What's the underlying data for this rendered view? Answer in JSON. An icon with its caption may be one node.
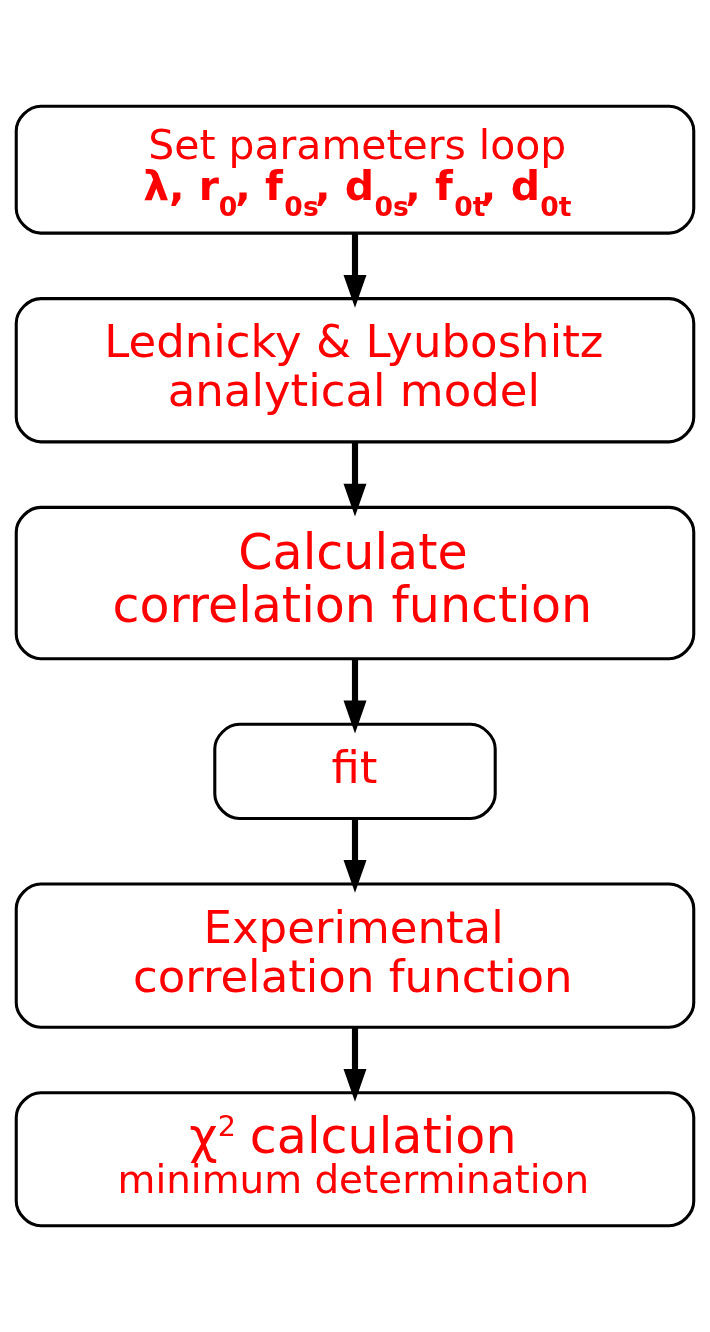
{
  "diagram": {
    "nodes": [
      {
        "text": [
          "Set parameters loop",
          "λ, r$_{0}$, f$_{0s}$, d$_{0s}$, f$_{0t}$, d$_{0t}$"
        ]
      },
      {
        "text": [
          "Lednicky & Lyuboshitz analytical model"
        ]
      },
      {
        "text": [
          "Calculate correlation function"
        ]
      },
      {
        "text": [
          "fit"
        ]
      },
      {
        "text": [
          "Experimental correlation function"
        ]
      },
      {
        "text": [
          "χ$^{2}$ calculation",
          "minimum determination"
        ]
      }
    ],
    "edges": [
      {
        "from": 0,
        "to": 1,
        "arrow": "to"
      },
      {
        "from": 1,
        "to": 2,
        "arrow": "to"
      },
      {
        "from": 2,
        "to": 3,
        "arrow": "to"
      },
      {
        "from": 3,
        "to": 4,
        "arrow": "to"
      },
      {
        "from": 4,
        "to": 5,
        "arrow": "to"
      }
    ]
  }
}
